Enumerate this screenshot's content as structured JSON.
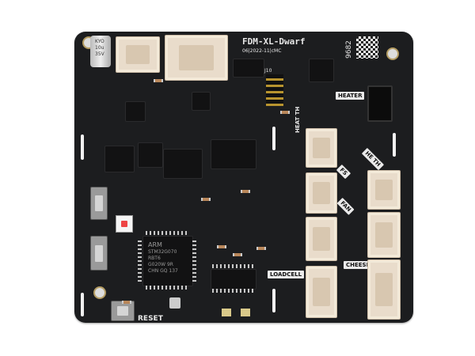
{
  "board": {
    "name": "FDM-XL-Dwarf",
    "revision": "06|2022-11|cMC",
    "serial": "9682",
    "color": "#1c1d1f"
  },
  "labels": {
    "heater": "HEATER",
    "heat_th": "HEAT TH",
    "fs": "FS",
    "he_th": "HE TH",
    "fan": "FAN",
    "loadcell": "LOADCELL",
    "cheese": "CHEESE",
    "reset": "RESET",
    "j10": "J10"
  },
  "mcu": {
    "line1": "ARM",
    "line2": "STM32G070",
    "line3": "RBT6",
    "line4": "G020W 9R",
    "line5": "CHN GQ 137"
  },
  "capacitor": {
    "line1": "KYO",
    "line2": "10u",
    "line3": "35V"
  }
}
